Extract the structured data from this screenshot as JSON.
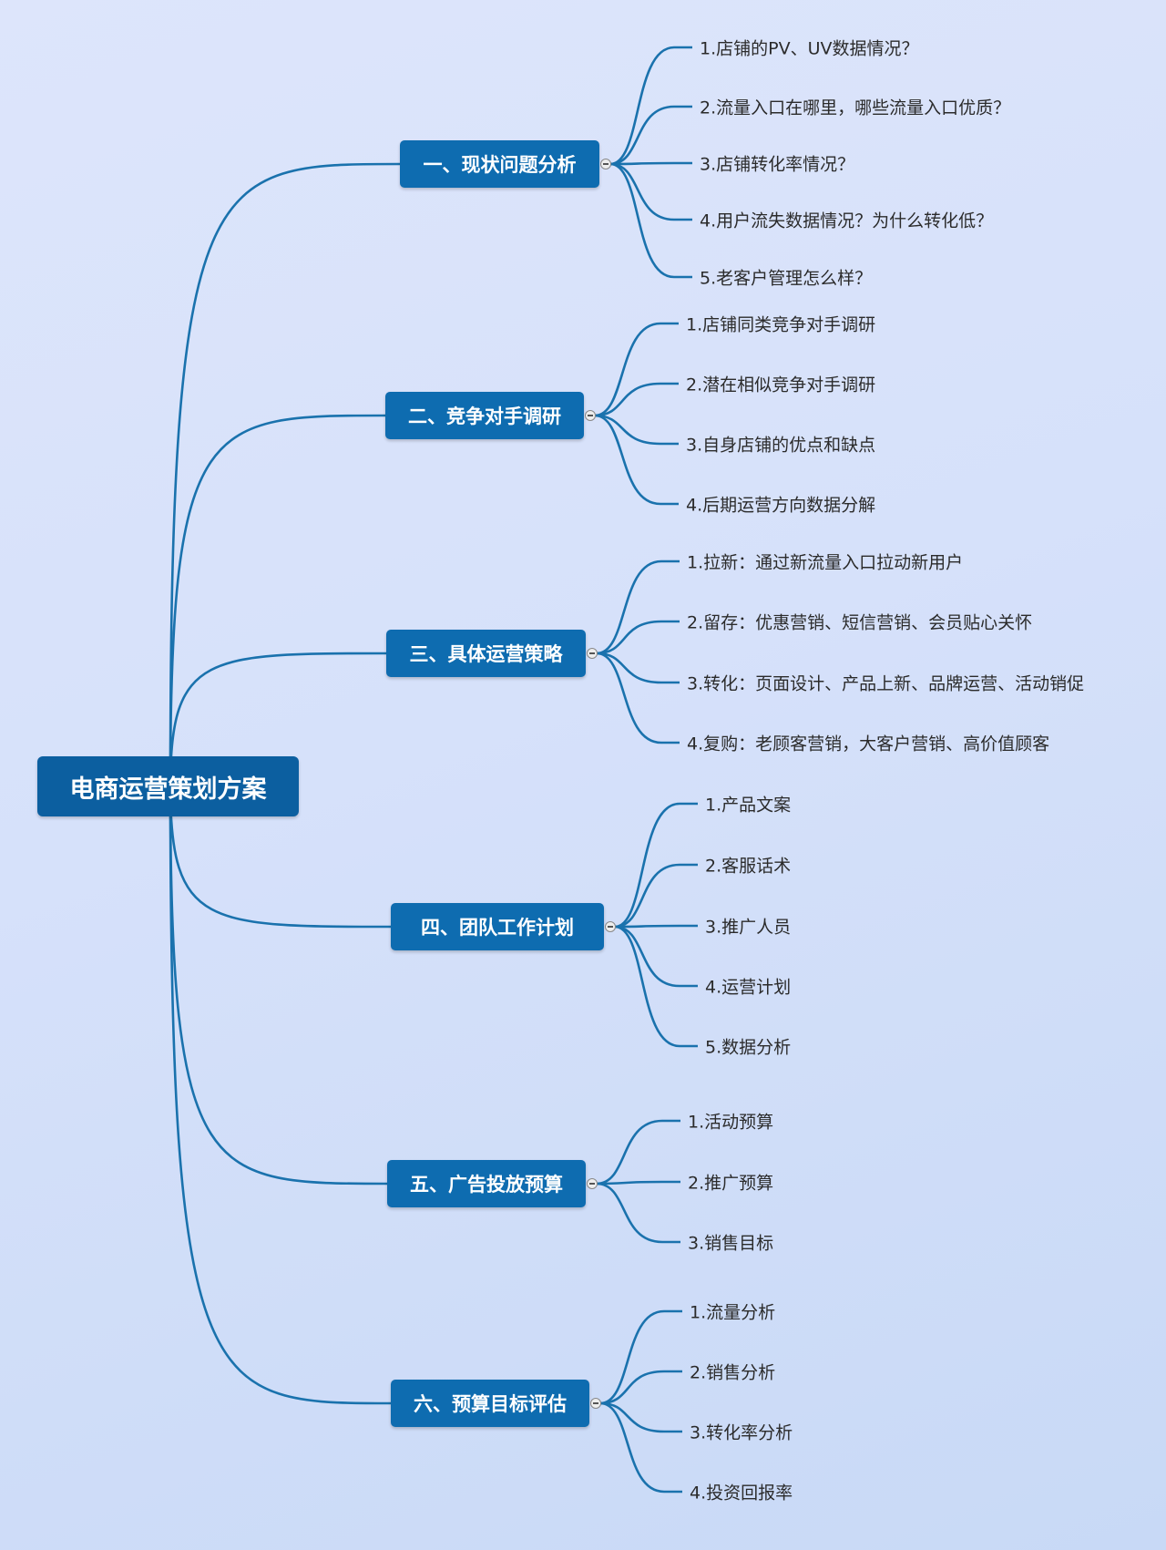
{
  "root": {
    "label": "电商运营策划方案"
  },
  "colors": {
    "node": "#0e6cb0",
    "root": "#0c5fa0",
    "line": "#1a72ad",
    "text": "#2b2b2b"
  },
  "branches": [
    {
      "label": "一、现状问题分析",
      "children": [
        "1.店铺的PV、UV数据情况？",
        "2.流量入口在哪里，哪些流量入口优质？",
        "3.店铺转化率情况？",
        "4.用户流失数据情况？为什么转化低？",
        "5.老客户管理怎么样？"
      ]
    },
    {
      "label": "二、竞争对手调研",
      "children": [
        "1.店铺同类竞争对手调研",
        "2.潜在相似竞争对手调研",
        "3.自身店铺的优点和缺点",
        "4.后期运营方向数据分解"
      ]
    },
    {
      "label": "三、具体运营策略",
      "children": [
        "1.拉新：通过新流量入口拉动新用户",
        "2.留存：优惠营销、短信营销、会员贴心关怀",
        "3.转化：页面设计、产品上新、品牌运营、活动销促",
        "4.复购：老顾客营销，大客户营销、高价值顾客"
      ]
    },
    {
      "label": "四、团队工作计划",
      "children": [
        "1.产品文案",
        "2.客服话术",
        "3.推广人员",
        "4.运营计划",
        "5.数据分析"
      ]
    },
    {
      "label": "五、广告投放预算",
      "children": [
        "1.活动预算",
        "2.推广预算",
        "3.销售目标"
      ]
    },
    {
      "label": "六、预算目标评估",
      "children": [
        "1.流量分析",
        "2.销售分析",
        "3.转化率分析",
        "4.投资回报率"
      ]
    }
  ]
}
